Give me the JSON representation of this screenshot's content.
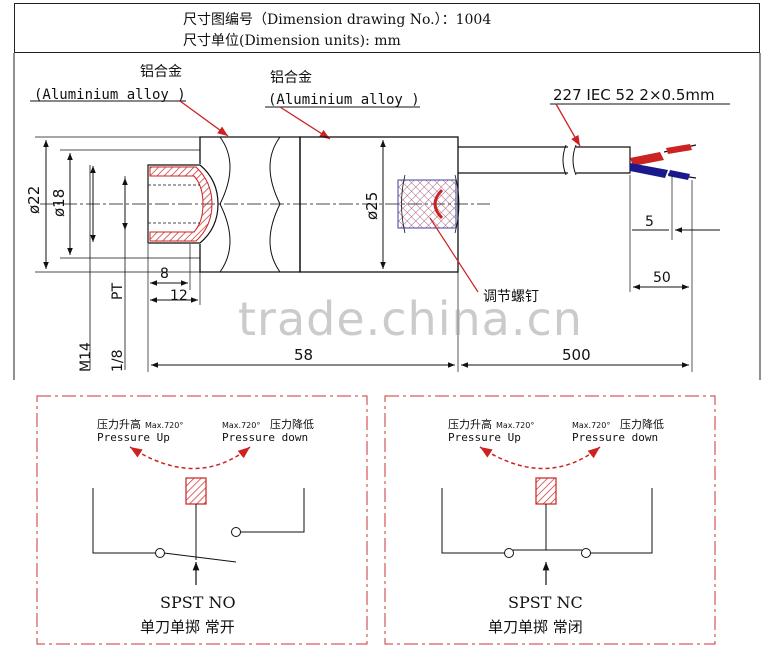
{
  "header": {
    "drawing_no": "尺寸图编号（Dimension drawing No.）：1004",
    "units": "尺寸单位(Dimension units): mm"
  },
  "drawing": {
    "material_cn_1": "铝合金",
    "material_en_1": "(Aluminium alloy )",
    "material_cn_2": "铝合金",
    "material_en_2": "(Aluminium alloy )",
    "cable_spec": "227 IEC 52 2×0.5mm",
    "adjust_screw": "调节螺钉",
    "dims": {
      "d22": "ø22",
      "d18": "ø18",
      "d25": "ø25",
      "len8": "8",
      "len12": "12",
      "len58": "58",
      "len500": "500",
      "len5": "5",
      "len50": "50",
      "thread_m": "M14",
      "thread_pt": "PT",
      "thread_18": "1/8"
    }
  },
  "switch_no": {
    "pressure_up_cn": "压力升高",
    "pressure_up_en": "Pressure Up",
    "max_left": "Max.720°",
    "max_right": "Max.720°",
    "pressure_down_cn": "压力降低",
    "pressure_down_en": "Pressure down",
    "type": "SPST NO",
    "desc_cn": "单刀单掷 常开"
  },
  "switch_nc": {
    "pressure_up_cn": "压力升高",
    "pressure_up_en": "Pressure Up",
    "max_left": "Max.720°",
    "max_right": "Max.720°",
    "pressure_down_cn": "压力降低",
    "pressure_down_en": "Pressure down",
    "type": "SPST NC",
    "desc_cn": "单刀单掷 常闭"
  },
  "watermark": "trade.china.cn",
  "colors": {
    "line": "#111111",
    "accent": "#cc2222",
    "dashed": "#cc3333",
    "wire_red": "#cc2222",
    "wire_blue": "#1a1a8c"
  }
}
